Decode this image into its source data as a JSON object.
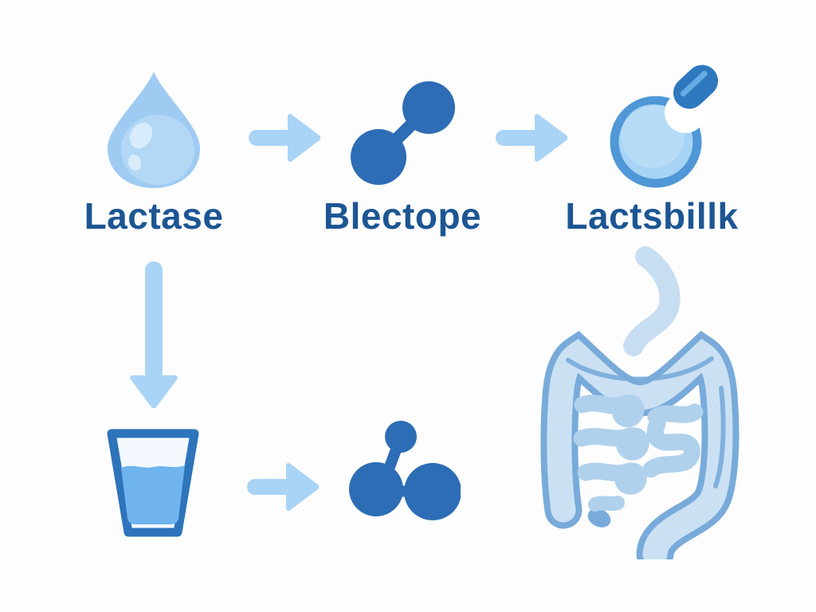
{
  "palette": {
    "background": "#FDFDFE",
    "label_text": "#1C5693",
    "droplet_fill": "#9FCBF3",
    "droplet_highlight": "#B3D8F6",
    "droplet_shine": "#D9ECFB",
    "arrow": "#A9D4F6",
    "molecule": "#2D6DB5",
    "glass_outline": "#2D74BA",
    "glass_fill": "#F3F9FE",
    "milk_fill": "#6FB4EF",
    "flask_ring": "#4F97D6",
    "flask_fill": "#A7D3F5",
    "flask_inner": "#BCDFF8",
    "capsule": "#2E78BE",
    "capsule_shine": "#66ACE4",
    "intestine_stroke": "#78ABDA",
    "intestine_fill": "#CBE1F3",
    "intestine_inner": "#B0D1EC",
    "esophagus": "#C7DEF2",
    "white": "#FFFFFF"
  },
  "diagram": {
    "steps": [
      {
        "label": "Lactase",
        "icon": "milk-droplet-icon"
      },
      {
        "label": "Blectope",
        "icon": "molecule-two-atoms-icon"
      },
      {
        "label": "Lactsbillk",
        "icon": "flask-capsule-icon"
      }
    ],
    "bottom_row_icons": [
      "milk-glass-icon",
      "molecule-three-atoms-icon",
      "intestine-icon"
    ],
    "arrows": [
      {
        "name": "arrow-right-top-1",
        "direction": "right"
      },
      {
        "name": "arrow-right-top-2",
        "direction": "right"
      },
      {
        "name": "arrow-down-left",
        "direction": "down"
      },
      {
        "name": "arrow-right-bottom",
        "direction": "right"
      }
    ]
  }
}
